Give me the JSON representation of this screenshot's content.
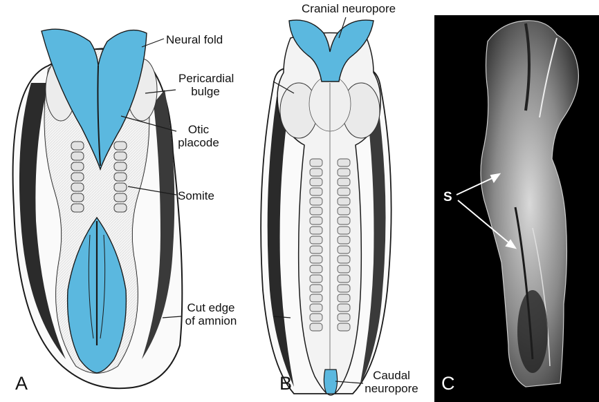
{
  "colors": {
    "neural_tissue": "#5bb8df",
    "outline": "#1a1a1a",
    "background": "#ffffff",
    "photo_background": "#000000"
  },
  "panels": [
    {
      "letter": "A"
    },
    {
      "letter": "B"
    },
    {
      "letter": "C"
    }
  ],
  "labels": {
    "neural_fold": "Neural fold",
    "pericardial_bulge_1": "Pericardial",
    "pericardial_bulge_2": "bulge",
    "otic_placode_1": "Otic",
    "otic_placode_2": "placode",
    "somite": "Somite",
    "cut_edge_1": "Cut edge",
    "cut_edge_2": "of amnion",
    "cranial_neuropore": "Cranial neuropore",
    "caudal_neuropore_1": "Caudal",
    "caudal_neuropore_2": "neuropore",
    "somites_marker": "S"
  }
}
